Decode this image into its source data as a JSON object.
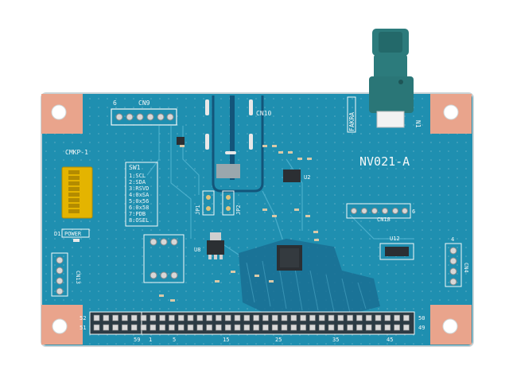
{
  "colors": {
    "background": "#ffffff",
    "pcb": "#1f8fb0",
    "pcb_edge": "#c9d3d6",
    "copper_pad": "#e9a48c",
    "silkscreen": "#f4f8f8",
    "connector_teal": "#2c7b7c",
    "dip_switch": "#e4b400"
  },
  "board": {
    "model": "NV021-A",
    "connector_brand": "FAKRA",
    "connector_ref": "N1",
    "header_top": {
      "ref": "CN9",
      "pin_label": "6"
    },
    "header_mid": {
      "ref": "CN10"
    },
    "header_left": {
      "ref": "CN13"
    },
    "header_right": {
      "ref": "CN18",
      "pin_label": "6"
    },
    "header_right_vertical": {
      "ref": "CN4",
      "pin_label": "4"
    },
    "power_label": "POWER",
    "power_led": "D1",
    "chip_label": "CMKP-1",
    "regulator_ref": "U8",
    "ic_ref": "U2",
    "ic_right_ref": "U12",
    "switch": {
      "ref": "SW1",
      "lines": [
        "1:SCL",
        "2:SDA",
        "3:RSVD",
        "4:0xSA",
        "5:0x56",
        "6:0x58",
        "7:PDB",
        "8:OSEL"
      ]
    },
    "jumpers": [
      "JP1",
      "JP2"
    ],
    "bottom_header": {
      "row_labels_left": [
        "52",
        "51"
      ],
      "row_labels_right": [
        "50",
        "49"
      ],
      "pin_numbers": [
        "59",
        "1",
        "5",
        "15",
        "25",
        "35",
        "45"
      ]
    }
  }
}
